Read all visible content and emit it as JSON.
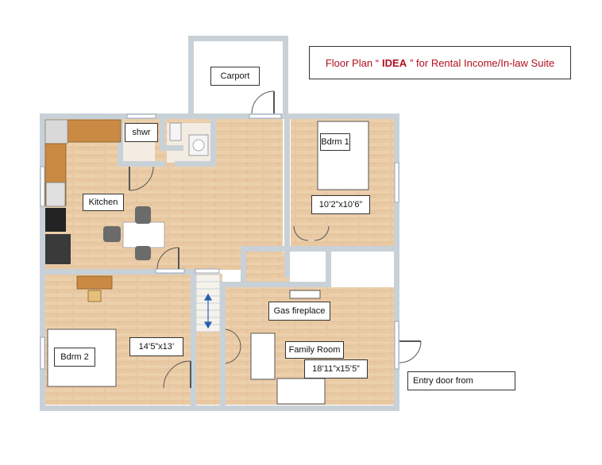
{
  "title": {
    "prefix": "Floor Plan  “",
    "emphasis": "IDEA",
    "suffix": "”  for Rental Income/In-law Suite",
    "color": "#b01020"
  },
  "rooms": {
    "carport": "Carport",
    "shower": "shwr",
    "kitchen": "Kitchen",
    "bedroom1": "Bdrm 1",
    "bedroom1_size": "10’2”x10’6”",
    "fireplace": "Gas fireplace",
    "family_room": "Family Room",
    "family_room_size": "18’11”x15’5”",
    "bedroom2": "Bdrm 2",
    "bedroom2_size": "14’5”x13’",
    "entry": "Entry door from"
  },
  "colors": {
    "wall": "#c9d1d8",
    "floor": "#e8c9a2",
    "cabinet": "#c98a44",
    "stair_arrow": "#2a5fb0"
  }
}
